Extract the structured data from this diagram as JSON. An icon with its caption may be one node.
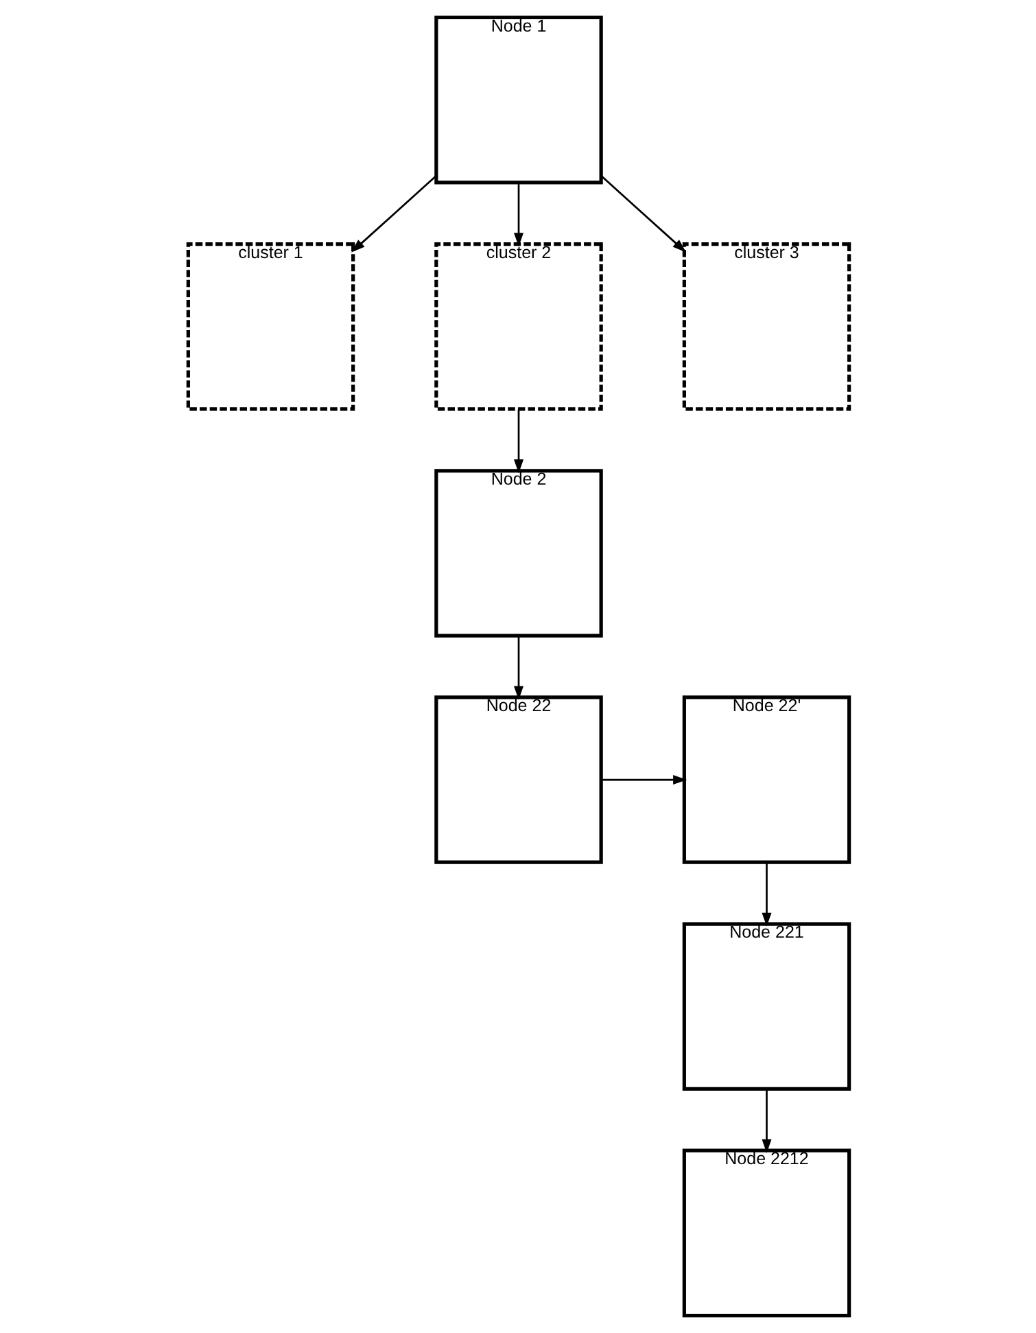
{
  "diagram": {
    "nodes": [
      {
        "text": [
          "Node 1"
        ]
      },
      {
        "text": [
          "cluster 1"
        ]
      },
      {
        "text": [
          "cluster 2"
        ]
      },
      {
        "text": [
          "cluster 3"
        ]
      },
      {
        "text": [
          "Node 2"
        ]
      },
      {
        "text": [
          "Node 22"
        ]
      },
      {
        "text": [
          "Node 22'"
        ]
      },
      {
        "text": [
          "Node 221"
        ]
      },
      {
        "text": [
          "Node 2212"
        ]
      }
    ],
    "edges": [
      {
        "from": 0,
        "to": 1,
        "arrow": "to"
      },
      {
        "from": 0,
        "to": 2,
        "arrow": "to"
      },
      {
        "from": 0,
        "to": 3,
        "arrow": "to"
      },
      {
        "from": 2,
        "to": 4,
        "arrow": "to"
      },
      {
        "from": 4,
        "to": 5,
        "arrow": "to"
      },
      {
        "from": 5,
        "to": 6,
        "arrow": "to"
      },
      {
        "from": 6,
        "to": 7,
        "arrow": "to"
      },
      {
        "from": 7,
        "to": 8,
        "arrow": "to"
      }
    ]
  }
}
